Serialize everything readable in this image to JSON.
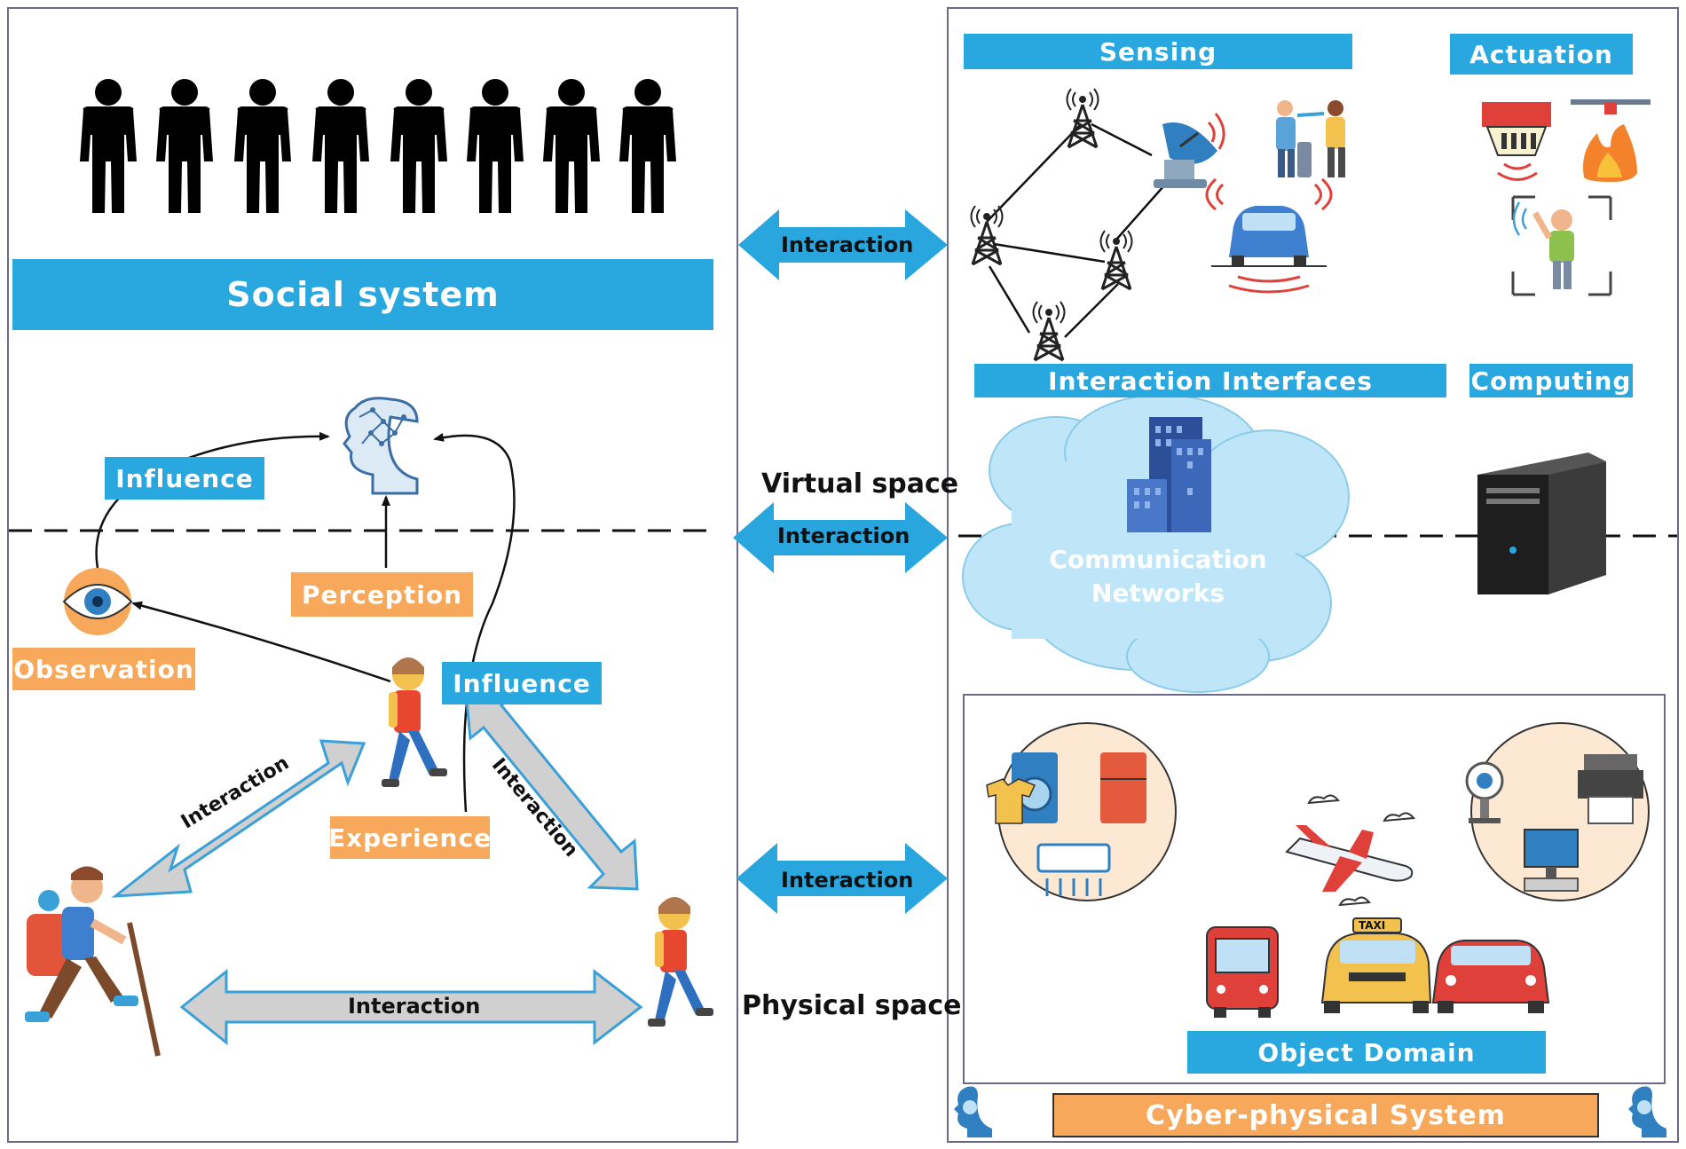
{
  "left_panel": {
    "social_system": "Social system",
    "influence_top": "Influence",
    "perception": "Perception",
    "observation": "Observation",
    "influence_mid": "Influence",
    "experience": "Experience",
    "interaction_diag_left": "Interaction",
    "interaction_diag_right": "Interaction",
    "interaction_bottom": "Interaction"
  },
  "center": {
    "interaction_top": "Interaction",
    "virtual_space": "Virtual space",
    "interaction_mid": "Interaction",
    "interaction_low": "Interaction",
    "physical_space": "Physical space"
  },
  "right_panel": {
    "sensing": "Sensing",
    "actuation": "Actuation",
    "interaction_interfaces": "Interaction Interfaces",
    "computing": "Computing",
    "communication_networks_line1": "Communication",
    "communication_networks_line2": "Networks",
    "object_domain": "Object Domain",
    "cyber_physical_system": "Cyber-physical System",
    "taxi_sign": "TAXI"
  },
  "colors": {
    "blue_bar": "#29a8e0",
    "orange_box": "#f7a85a",
    "arrow_blue": "#2aa6df",
    "arrow_gray": "#cfcfcf",
    "panel_border": "#6b6a8a",
    "cloud": "#bfe6f8"
  }
}
